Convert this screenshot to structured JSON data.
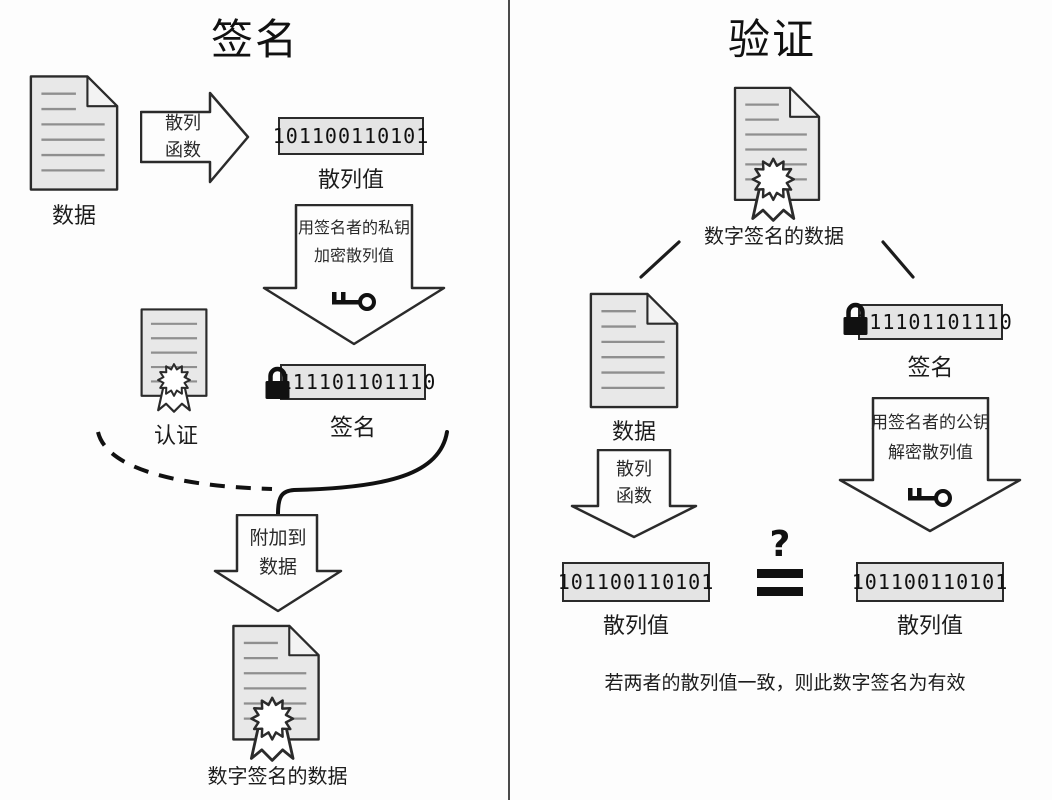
{
  "sign": {
    "title": "签名",
    "data_label": "数据",
    "hash_fn_arrow": {
      "line1": "散列",
      "line2": "函数"
    },
    "hash_box": {
      "value": "101100110101",
      "label": "散列值"
    },
    "encrypt_arrow": {
      "line1": "用签名者的私钥",
      "line2": "加密散列值"
    },
    "signature_box": {
      "value": "111101101110",
      "label": "签名"
    },
    "cert_label": "认证",
    "attach_arrow": {
      "line1": "附加到",
      "line2": "数据"
    },
    "signed_data_label": "数字签名的数据"
  },
  "verify": {
    "title": "验证",
    "signed_data_label": "数字签名的数据",
    "data_label": "数据",
    "hash_fn_arrow": {
      "line1": "散列",
      "line2": "函数"
    },
    "hash_box_left": {
      "value": "101100110101",
      "label": "散列值"
    },
    "signature_box": {
      "value": "111101101110",
      "label": "签名"
    },
    "decrypt_arrow": {
      "line1": "用签名者的公钥",
      "line2": "解密散列值"
    },
    "hash_box_right": {
      "value": "101100110101",
      "label": "散列值"
    },
    "comparison": {
      "question": "?"
    },
    "conclusion": "若两者的散列值一致，则此数字签名为有效"
  },
  "colors": {
    "background": "#fdfdfd",
    "stroke": "#2b2b2b",
    "document_fill": "#e8e8e8",
    "box_fill": "#e4e4e4",
    "text": "#1c1c1c"
  }
}
